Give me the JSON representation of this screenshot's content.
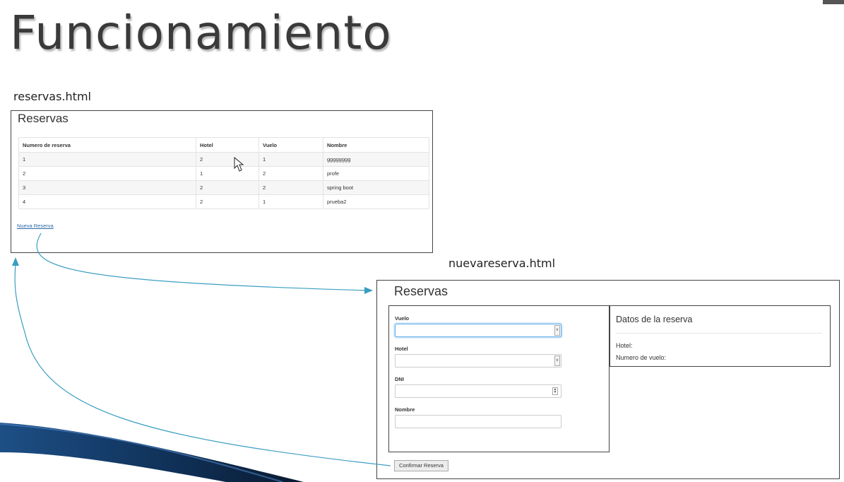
{
  "slide": {
    "title": "Funcionamiento"
  },
  "reservas": {
    "file_label": "reservas.html",
    "heading": "Reservas",
    "columns": [
      "Numero de reserva",
      "Hotel",
      "Vuelo",
      "Nombre"
    ],
    "rows": [
      [
        "1",
        "2",
        "1",
        "gggggggg"
      ],
      [
        "2",
        "1",
        "2",
        "profe"
      ],
      [
        "3",
        "2",
        "2",
        "spring boot"
      ],
      [
        "4",
        "2",
        "1",
        "prueba2"
      ]
    ],
    "nueva_link": "Nueva Reserva"
  },
  "nueva": {
    "file_label": "nuevareserva.html",
    "heading": "Reservas",
    "fields": {
      "vuelo": "Vuelo",
      "hotel": "Hotel",
      "dni": "DNI",
      "nombre": "Nombre"
    },
    "datos": {
      "title": "Datos de la reserva",
      "hotel": "Hotel:",
      "vuelo": "Numero de vuelo:"
    },
    "confirm": "Confirmar Reserva"
  },
  "colors": {
    "arrow": "#3a9ec2",
    "link": "#2a6aa8",
    "focus": "#66afe9"
  },
  "icons": [
    "mouse-pointer-icon",
    "chevron-down-icon",
    "spinner-arrows-icon"
  ]
}
